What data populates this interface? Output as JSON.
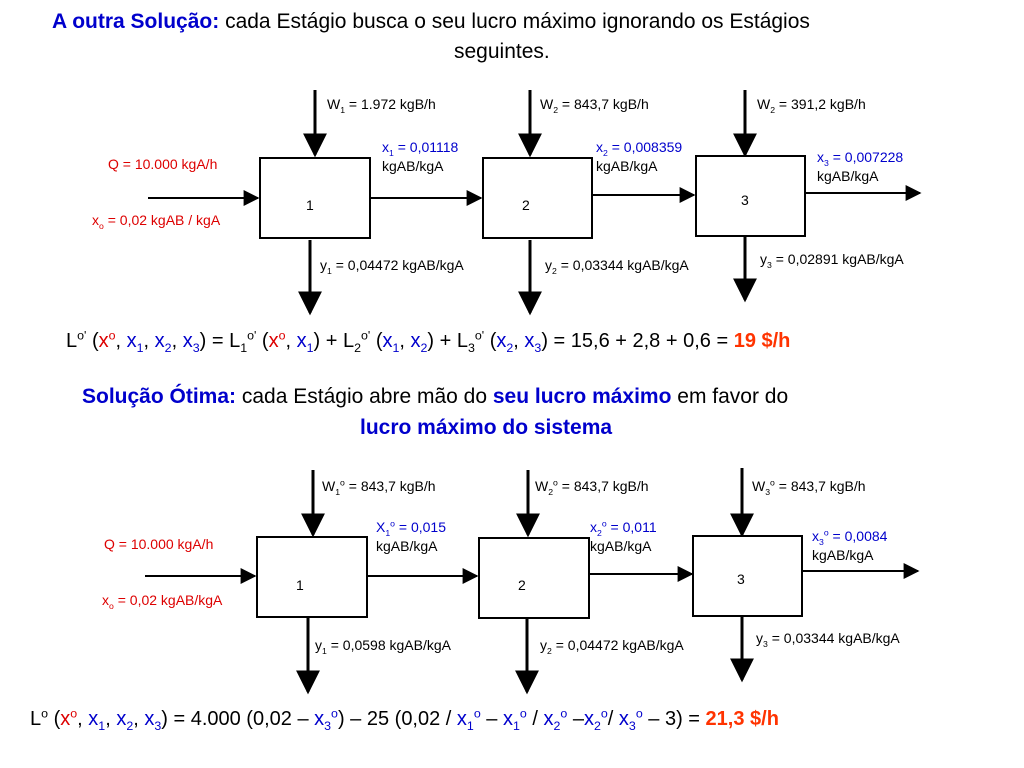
{
  "top": {
    "heading_bold": "A outra Solução:",
    "heading_rest1": " cada Estágio busca o seu lucro máximo ignorando os Estágios",
    "heading_rest2": "seguintes.",
    "q_label": "Q = 10.000 kgA/h",
    "x0_x": "x",
    "x0_sub": "o",
    "x0_rest": " = 0,02 kgAB / kgA",
    "w1_pre": "W",
    "w1_sub": "1",
    "w1_rest": " = 1.972 kgB/h",
    "w2_pre": "W",
    "w2_sub": "2",
    "w2_rest": " = 843,7 kgB/h",
    "w3_pre": "W",
    "w3_sub": "2",
    "w3_rest": " = 391,2 kgB/h",
    "x1_pre": "x",
    "x1_sub": "1",
    "x1_rest": " = 0,01118",
    "x2_pre": "x",
    "x2_sub": "2",
    "x2_rest": " = 0,008359",
    "x3_pre": "x",
    "x3_sub": "3",
    "x3_rest": " = 0,007228",
    "unit": "kgAB/kgA",
    "y1_pre": "y",
    "y1_sub": "1",
    "y1_rest": " = 0,04472 kgAB/kgA",
    "y2_pre": "y",
    "y2_sub": "2",
    "y2_rest": " = 0,03344 kgAB/kgA",
    "y3_pre": "y",
    "y3_sub": "3",
    "y3_rest": " = 0,02891 kgAB/kgA",
    "stage1": "1",
    "stage2": "2",
    "stage3": "3",
    "eq_L": "L",
    "eq_Lsup": "o'",
    "eq_open": " (",
    "eq_xo": "x",
    "eq_xo_sup": "o",
    "eq_c1": ", ",
    "eq_x1": "x",
    "eq_x1_sub": "1",
    "eq_c2": ", ",
    "eq_x2": "x",
    "eq_x2_sub": "2",
    "eq_c3": ", ",
    "eq_x3": "x",
    "eq_x3_sub": "3",
    "eq_mid1": ") = L",
    "eq_L1_sub": "1",
    "eq_L1_sup": "o'",
    "eq_mid1b": " (",
    "eq_t1a": "x",
    "eq_t1a_sup": "o",
    "eq_t1c": ", ",
    "eq_t1b": "x",
    "eq_t1b_sub": "1",
    "eq_mid2": ") + L",
    "eq_L2_sub": "2",
    "eq_L2_sup": "o'",
    "eq_mid2b": " (",
    "eq_t2a": "x",
    "eq_t2a_sub": "1",
    "eq_t2c": ", ",
    "eq_t2b": "x",
    "eq_t2b_sub": "2",
    "eq_mid3": ") + L",
    "eq_L3_sub": "3",
    "eq_L3_sup": "o'",
    "eq_mid3b": " (",
    "eq_t3a": "x",
    "eq_t3a_sub": "2",
    "eq_t3c": ", ",
    "eq_t3b": "x",
    "eq_t3b_sub": "3",
    "eq_tail": ") = 15,6 + 2,8 + 0,6 = ",
    "eq_result": "19 $/h"
  },
  "bottom": {
    "heading_bold": "Solução Ótima:",
    "heading_mid": " cada Estágio abre mão do ",
    "heading_bold2": "seu lucro máximo",
    "heading_end": " em favor do",
    "heading_line2": "lucro máximo do sistema",
    "q_label": "Q = 10.000 kgA/h",
    "x0_x": "x",
    "x0_sub": "o",
    "x0_rest": " = 0,02 kgAB/kgA",
    "w1_pre": "W",
    "w1_sub": "1",
    "w1_sup": "o",
    "w1_rest": " = 843,7 kgB/h",
    "w2_pre": "W",
    "w2_sub": "2",
    "w2_sup": "o",
    "w2_rest": " = 843,7 kgB/h",
    "w3_pre": "W",
    "w3_sub": "3",
    "w3_sup": "o",
    "w3_rest": " = 843,7 kgB/h",
    "x1_pre": "X",
    "x1_sub": "1",
    "x1_sup": "o",
    "x1_rest": " = 0,015",
    "x2_pre": "x",
    "x2_sub": "2",
    "x2_sup": "o",
    "x2_rest": " = 0,011",
    "x3_pre": "x",
    "x3_sub": "3",
    "x3_sup": "o",
    "x3_rest": " = 0,0084",
    "unit": "kgAB/kgA",
    "y1_pre": "y",
    "y1_sub": "1",
    "y1_rest": " = 0,0598 kgAB/kgA",
    "y2_pre": "y",
    "y2_sub": "2",
    "y2_rest": " = 0,04472 kgAB/kgA",
    "y3_pre": "y",
    "y3_sub": "3",
    "y3_rest": " = 0,03344 kgAB/kgA",
    "stage1": "1",
    "stage2": "2",
    "stage3": "3",
    "eq_L": "L",
    "eq_Lsup": "o",
    "eq_open": " (",
    "eq_xo": "x",
    "eq_xo_sup": "o",
    "eq_c1": ", ",
    "eq_x1": "x",
    "eq_x1_sub": "1",
    "eq_c2": ", ",
    "eq_x2": "x",
    "eq_x2_sub": "2",
    "eq_c3": ", ",
    "eq_x3": "x",
    "eq_x3_sub": "3",
    "eq_mid1": ") = 4.000 (0,02 – ",
    "eq_a": "x",
    "eq_a_sub": "3",
    "eq_a_sup": "o",
    "eq_mid2": ") – 25 (0,02 / ",
    "eq_b": "x",
    "eq_b_sub": "1",
    "eq_b_sup": "o",
    "eq_m3": " – ",
    "eq_c": "x",
    "eq_c_sub": "1",
    "eq_c_sup": "o",
    "eq_m4": " / ",
    "eq_d": "x",
    "eq_d_sub": "2",
    "eq_d_sup": "o",
    "eq_m5": " –",
    "eq_e": "x",
    "eq_e_sub": "2",
    "eq_e_sup": "o",
    "eq_m6": "/ ",
    "eq_f": "x",
    "eq_f_sub": "3",
    "eq_f_sup": "o",
    "eq_tail": " – 3) = ",
    "eq_result": "21,3 $/h"
  }
}
